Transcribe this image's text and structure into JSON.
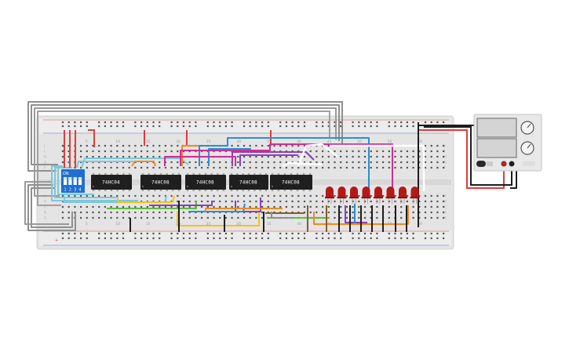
{
  "circuit": {
    "chips": [
      {
        "id": "u1",
        "label": "74HC04"
      },
      {
        "id": "u2",
        "label": "74HC08"
      },
      {
        "id": "u3",
        "label": "74HC08"
      },
      {
        "id": "u4",
        "label": "74HC08"
      },
      {
        "id": "u5",
        "label": "74HC08"
      }
    ],
    "dip_switch": {
      "title": "ON",
      "positions": [
        "1",
        "2",
        "3",
        "4"
      ]
    },
    "led_count": 8,
    "column_numbers": [
      "5",
      "10",
      "15",
      "20",
      "25",
      "30",
      "35",
      "40",
      "45",
      "50",
      "55",
      "60"
    ],
    "row_letters_top": [
      "J",
      "I",
      "H",
      "G",
      "F"
    ],
    "row_letters_bottom": [
      "E",
      "D",
      "C",
      "B",
      "A"
    ],
    "colors": {
      "breadboard": "#e4e4e4",
      "chip": "#1f1f1f",
      "led": "#b31919",
      "dip": "#1f6fd1",
      "rail_red": "#e0393e",
      "rail_blue": "#4c6bd6"
    },
    "icons": [
      "power-supply-icon",
      "knob-icon",
      "led-icon",
      "dip-switch-icon",
      "ic-chip-icon"
    ]
  }
}
